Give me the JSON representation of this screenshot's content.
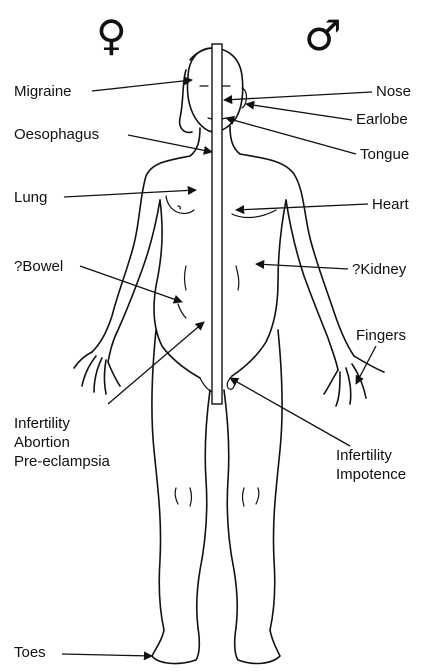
{
  "symbols": {
    "female": "♀",
    "male": "♂"
  },
  "labels": {
    "migraine": "Migraine",
    "oesophagus": "Oesophagus",
    "lung": "Lung",
    "bowel": "?Bowel",
    "infertility_f_1": "Infertility",
    "infertility_f_2": "Abortion",
    "infertility_f_3": "Pre-eclampsia",
    "toes": "Toes",
    "nose": "Nose",
    "earlobe": "Earlobe",
    "tongue": "Tongue",
    "heart": "Heart",
    "kidney": "?Kidney",
    "fingers": "Fingers",
    "infertility_m_1": "Infertility",
    "infertility_m_2": "Impotence"
  },
  "colors": {
    "ink": "#111111",
    "background": "#ffffff"
  }
}
